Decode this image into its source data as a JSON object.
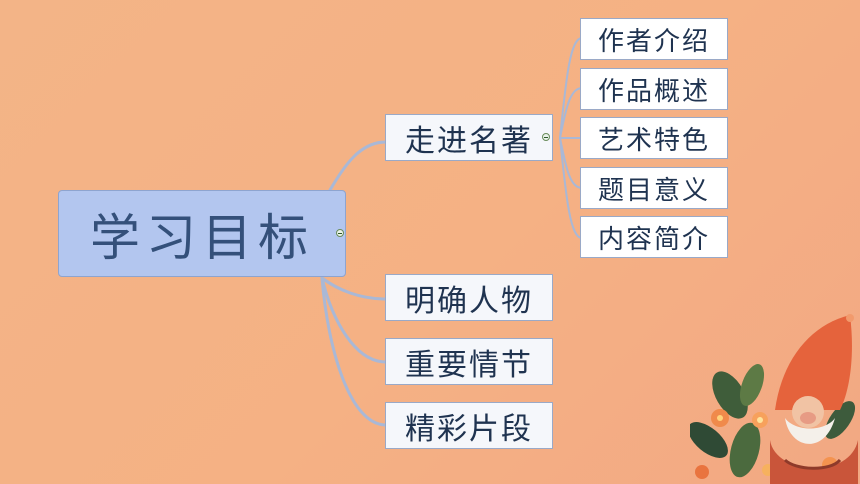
{
  "mindmap": {
    "root": {
      "label": "学习目标"
    },
    "branches": [
      {
        "label": "走进名著",
        "children": [
          {
            "label": "作者介绍"
          },
          {
            "label": "作品概述"
          },
          {
            "label": "艺术特色"
          },
          {
            "label": "题目意义"
          },
          {
            "label": "内容简介"
          }
        ]
      },
      {
        "label": "明确人物"
      },
      {
        "label": "重要情节"
      },
      {
        "label": "精彩片段"
      }
    ]
  },
  "colors": {
    "background": "#f4b285",
    "root_fill": "#b3c6ef",
    "connector": "#a9b8d6",
    "node_border": "#9aa9c7"
  }
}
